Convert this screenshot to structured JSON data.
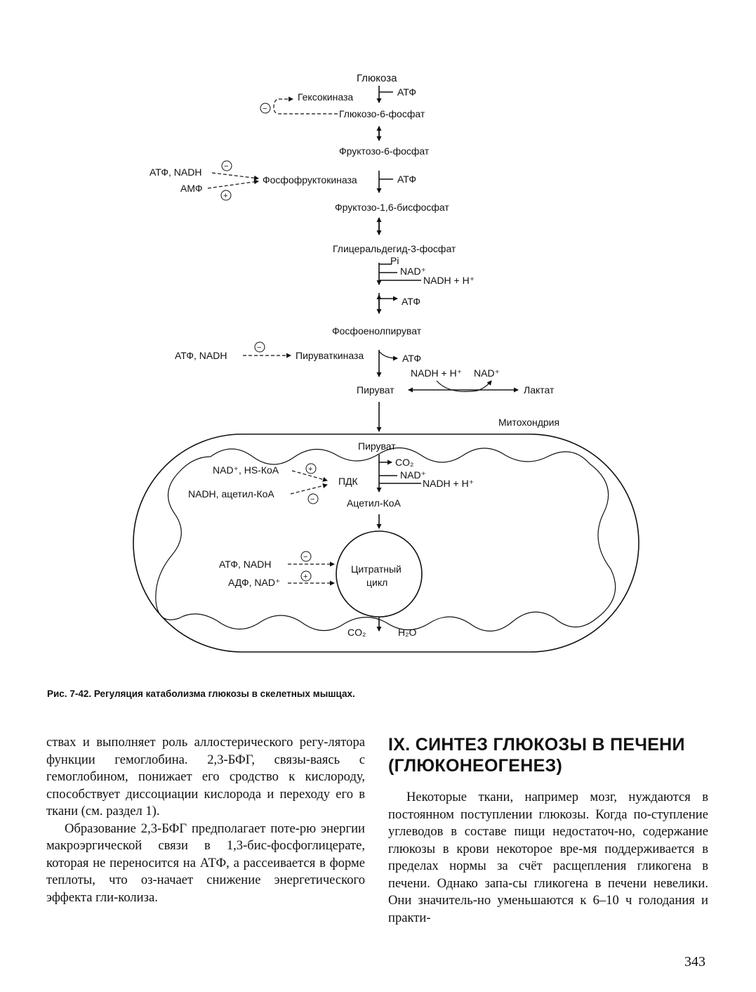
{
  "figure": {
    "labels": {
      "glucose": "Глюкоза",
      "hexokinase": "Гексокиназа",
      "g6p": "Глюкозо-6-фосфат",
      "f6p": "Фруктозо-6-фосфат",
      "atp_nadh": "АТФ, NADH",
      "amp": "АМФ",
      "pfk": "Фосфофруктокиназа",
      "f16bp": "Фруктозо-1,6-бисфосфат",
      "gap": "Глицеральдегид-3-фосфат",
      "pi": "Pi",
      "nad_plus": "NAD⁺",
      "nadh_h": "NADH + H⁺",
      "atp": "АТФ",
      "pep": "Фосфоенолпируват",
      "pyruvate_kinase": "Пируваткиназа",
      "pyruvate": "Пируват",
      "lactate": "Лактат",
      "mitochondria": "Митохондрия",
      "co2": "CO₂",
      "nad_hscoa": "NAD⁺, HS-КоА",
      "nadh_acetylcoa": "NADH, ацетил-КоА",
      "pdk": "ПДК",
      "acetyl_coa": "Ацетил-КоА",
      "adp_nad": "АДФ, NAD⁺",
      "citrate_cycle_1": "Цитратный",
      "citrate_cycle_2": "цикл",
      "h2o": "H₂O",
      "minus": "−",
      "plus": "+"
    }
  },
  "caption": "Рис. 7-42. Регуляция катаболизма глюкозы в скелетных мышцах.",
  "left_column": {
    "p1": "ствах и выполняет роль аллостерического регу-лятора функции гемоглобина. 2,3-БФГ, связы-ваясь с гемоглобином, понижает его сродство к кислороду, способствует диссоциации кислорода и переходу его в ткани (см. раздел 1).",
    "p2": "Образование 2,3-БФГ предполагает поте-рю энергии макроэргической связи в 1,3-бис-фосфоглицерате, которая не переносится на АТФ, а рассеивается в форме теплоты, что оз-начает снижение энергетического эффекта гли-колиза."
  },
  "heading": "IX. СИНТЕЗ ГЛЮКОЗЫ В ПЕЧЕНИ (ГЛЮКОНЕОГЕНЕЗ)",
  "right_column": {
    "p1": "Некоторые ткани, например мозг, нуждаются в постоянном поступлении глюкозы. Когда по-ступление углеводов в составе пищи недостаточ-но, содержание глюкозы в крови некоторое вре-мя поддерживается в пределах нормы за счёт расщепления гликогена в печени. Однако запа-сы гликогена в печени невелики. Они значитель-но уменьшаются к 6–10 ч голодания и практи-"
  },
  "page_number": "343"
}
